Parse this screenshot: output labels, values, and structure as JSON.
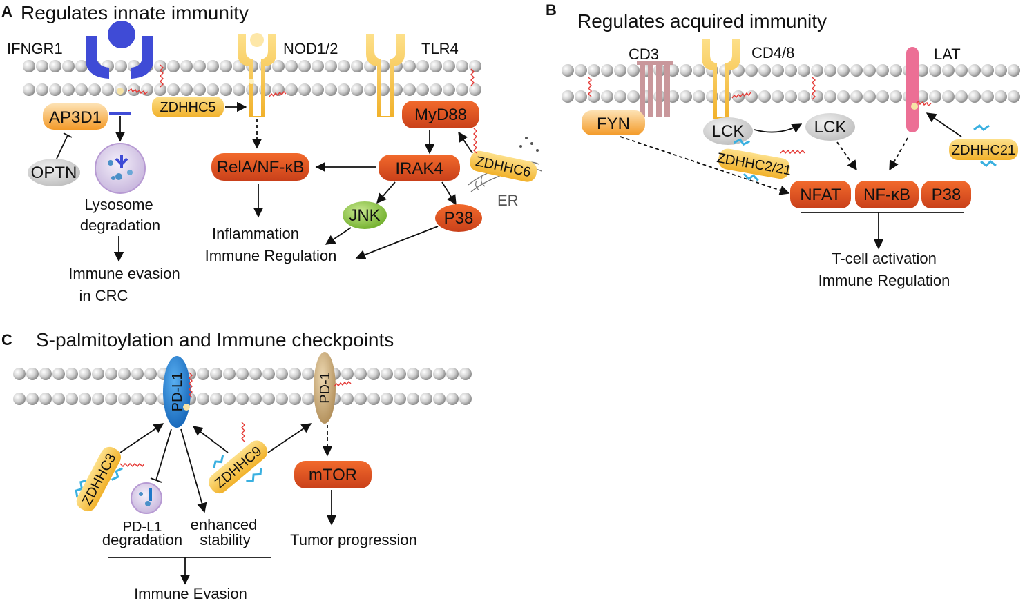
{
  "panels": {
    "a": {
      "letter": "A",
      "title": "Regulates innate immunity",
      "labels": {
        "ifngr1": "IFNGR1",
        "nod": "NOD1/2",
        "tlr4": "TLR4",
        "ap3d1": "AP3D1",
        "zdhhc5": "ZDHHC5",
        "myd88": "MyD88",
        "rela": "RelA/NF-κB",
        "irak4": "IRAK4",
        "zdhhc6": "ZDHHC6",
        "er": "ER",
        "optn": "OPTN",
        "lysosome1": "Lysosome",
        "lysosome2": "degradation",
        "jnk": "JNK",
        "p38": "P38",
        "inflam1": "Inflammation",
        "inflam2": "Immune Regulation",
        "evasion1": "Immune evasion",
        "evasion2": "in CRC"
      }
    },
    "b": {
      "letter": "B",
      "title": "Regulates acquired immunity",
      "labels": {
        "cd3": "CD3",
        "cd48": "CD4/8",
        "lat": "LAT",
        "fyn": "FYN",
        "lck1": "LCK",
        "lck2": "LCK",
        "zdhhc2": "ZDHHC2/21",
        "zdhhc21": "ZDHHC21",
        "nfat": "NFAT",
        "nfkb": "NF-κB",
        "p38": "P38",
        "out1": "T-cell activation",
        "out2": "Immune Regulation"
      }
    },
    "c": {
      "letter": "C",
      "title": "S-palmitoylation and Immune checkpoints",
      "labels": {
        "pdl1": "PD-L1",
        "pd1": "PD-1",
        "zdhhc3": "ZDHHC3",
        "zdhhc9": "ZDHHC9",
        "mtor": "mTOR",
        "deg1": "PD-L1",
        "deg2": "degradation",
        "stab1": "enhanced",
        "stab2": "stability",
        "tumor": "Tumor progression",
        "evasion": "Immune Evasion"
      }
    }
  },
  "colors": {
    "bead": "#c8c8c8",
    "receptor_blue": "#3f4bd6",
    "yellow": "#f6c53c",
    "orange_node": "#e0561f",
    "orange_light": "#f5a23a",
    "green": "#8cc63f",
    "gray_node": "#d4d4d4",
    "pink": "#ec6f95",
    "cd3_bars": "#c9979b",
    "pdl1_blue": "#1f78c8",
    "pd1_tan": "#c9a978",
    "palmitoyl": "#e53935",
    "enzyme_blue": "#3ab0e0"
  }
}
